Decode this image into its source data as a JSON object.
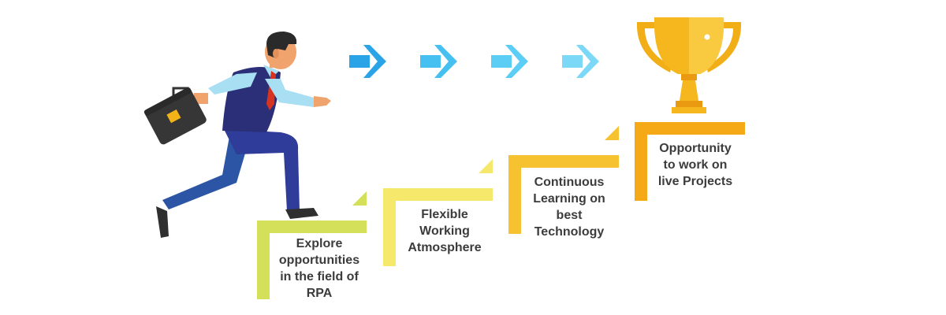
{
  "steps": [
    {
      "label": "Explore\nopportunities\nin the field of\nRPA",
      "color": "#d4df5a"
    },
    {
      "label": "Flexible\nWorking\nAtmosphere",
      "color": "#f5e86a"
    },
    {
      "label": "Continuous\nLearning on\nbest\nTechnology",
      "color": "#f6c22f"
    },
    {
      "label": "Opportunity\nto work on\nlive Projects",
      "color": "#f5a916"
    }
  ],
  "arrows": [
    {
      "color": "#2aa4e6"
    },
    {
      "color": "#45c0f0"
    },
    {
      "color": "#5ccdf5"
    },
    {
      "color": "#7bd8f6"
    }
  ],
  "figures": {
    "person": "businessman-running-icon",
    "trophy": "trophy-icon"
  }
}
